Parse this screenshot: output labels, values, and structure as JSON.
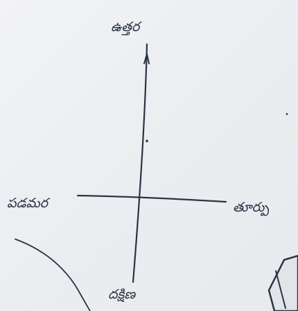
{
  "labels": {
    "north": "ఉత్తర",
    "south": "దక్షిణ",
    "east": "తూర్పు",
    "west": "పడమర"
  }
}
